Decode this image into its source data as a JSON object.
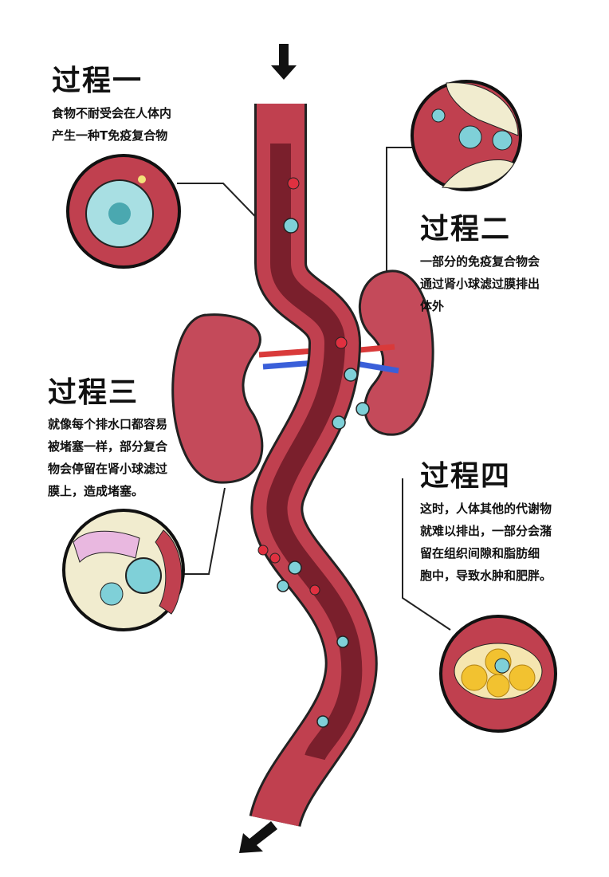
{
  "steps": [
    {
      "title": "过程一",
      "lines": [
        "食物不耐受会在人体内",
        "产生一种T免疫复合物"
      ]
    },
    {
      "title": "过程二",
      "lines": [
        "一部分的免疫复合物会",
        "通过肾小球滤过膜排出",
        "体外"
      ]
    },
    {
      "title": "过程三",
      "lines": [
        "就像每个排水口都容易",
        "被堵塞一样，部分复合",
        "物会停留在肾小球滤过",
        "膜上，造成堵塞。"
      ]
    },
    {
      "title": "过程四",
      "lines": [
        "这时，人体其他的代谢物",
        "就难以排出，一部分会潴",
        "留在组织间隙和脂肪细",
        "胞中，导致水肿和肥胖。"
      ]
    }
  ],
  "colors": {
    "vessel": "#c0404f",
    "vessel_dark": "#7a1f2c",
    "kidney": "#c44a5a",
    "cell": "#7fd0d8",
    "fat": "#f2c230"
  }
}
